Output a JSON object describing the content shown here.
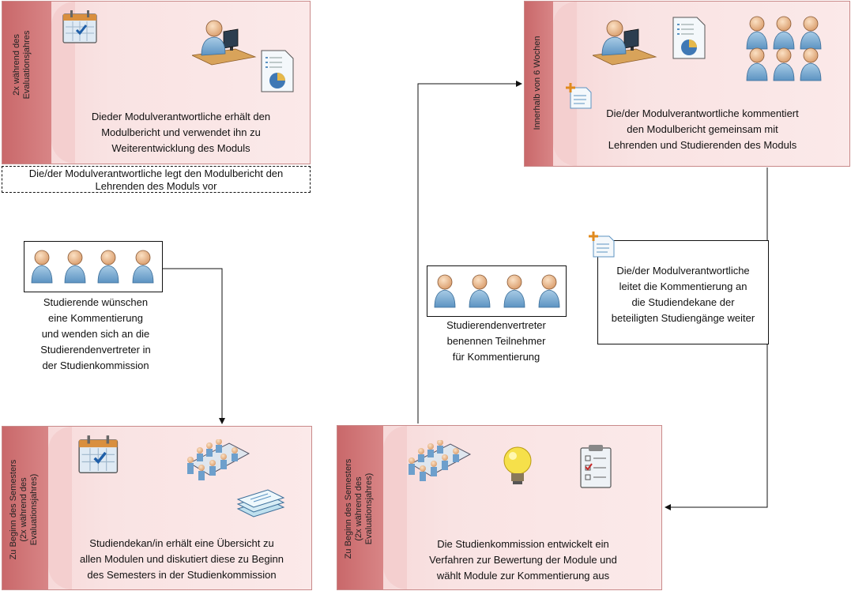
{
  "panels": {
    "top_left": {
      "side_label_1": "2x während des",
      "side_label_2": "Evaluationsjahres",
      "text_1": "Dieder Modulverantwortliche erhält den",
      "text_2": "Modulbericht und verwendet ihn zu",
      "text_3": "Weiterentwicklung des Moduls"
    },
    "top_right": {
      "side_label_1": "Innerhalb von 6 Wochen",
      "text_1": "Die/der Modulverantwortliche kommentiert",
      "text_2": "den Modulbericht gemeinsam mit",
      "text_3": "Lehrenden und Studierenden des Moduls"
    },
    "bottom_left": {
      "side_label_1": "Zu Beginn des Semesters",
      "side_label_2": "(2x während des",
      "side_label_3": "Evaluationsjahres)",
      "text_1": "Studiendekan/in erhält eine Übersicht zu",
      "text_2": "allen Modulen und diskutiert diese zu Beginn",
      "text_3": "des Semesters in der Studienkommission"
    },
    "bottom_right": {
      "side_label_1": "Zu Beginn des Semesters",
      "side_label_2": "(2x während des",
      "side_label_3": "Evaluationsjahres)",
      "text_1": "Die Studienkommission entwickelt ein",
      "text_2": "Verfahren zur Bewertung der Module und",
      "text_3": "wählt Module zur Kommentierung aus"
    }
  },
  "dashed_note": {
    "line_1": "Die/der Modulverantwortliche legt den Modulbericht den",
    "line_2": "Lehrenden des Moduls vor"
  },
  "boxes": {
    "students": {
      "line_1": "Studierende wünschen",
      "line_2": "eine Kommentierung",
      "line_3": "und wenden sich an die",
      "line_4": "Studierendenvertreter in",
      "line_5": "der Studienkommission"
    },
    "representatives": {
      "line_1": "Studierendenvertreter",
      "line_2": "benennen Teilnehmer",
      "line_3": "für Kommentierung"
    },
    "forward": {
      "line_1": "Die/der Modulverantwortliche",
      "line_2": "leitet die Kommentierung an",
      "line_3": "die Studiendekane der",
      "line_4": "beteiligten Studiengänge weiter"
    }
  },
  "icons": [
    "calendar-icon",
    "person-at-desk-icon",
    "report-chart-icon",
    "people-group-icon",
    "meeting-table-icon",
    "documents-stack-icon",
    "lightbulb-icon",
    "checklist-icon",
    "add-note-icon"
  ],
  "colors": {
    "band": "#c9686a",
    "panel_fill": "#f9e3e3",
    "panel_border": "#c98a8a",
    "person": "#7fb0d6"
  }
}
